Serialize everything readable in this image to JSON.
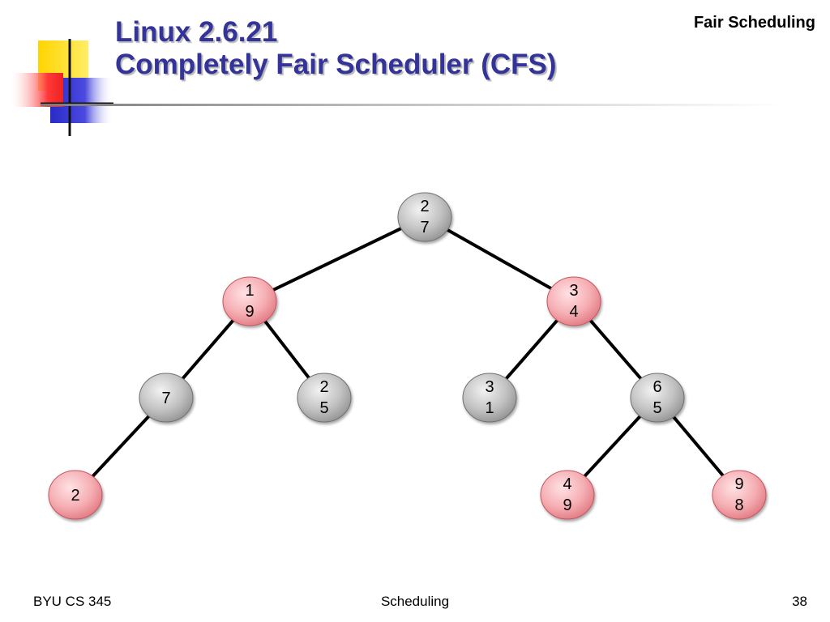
{
  "header": {
    "title_line1": "Linux 2.6.21",
    "title_line2": "Completely Fair Scheduler (CFS)",
    "section_label": "Fair Scheduling"
  },
  "colors": {
    "title": "#333399",
    "red_node": "#f2a2a8",
    "black_node": "#b4b4b4",
    "edge": "#000000"
  },
  "tree": {
    "nodes": [
      {
        "id": "root",
        "lines": [
          "2",
          "7"
        ],
        "color": "black"
      },
      {
        "id": "n19",
        "lines": [
          "1",
          "9"
        ],
        "color": "red"
      },
      {
        "id": "n34",
        "lines": [
          "3",
          "4"
        ],
        "color": "red"
      },
      {
        "id": "n7",
        "lines": [
          "7"
        ],
        "color": "black"
      },
      {
        "id": "n25",
        "lines": [
          "2",
          "5"
        ],
        "color": "black"
      },
      {
        "id": "n31",
        "lines": [
          "3",
          "1"
        ],
        "color": "black"
      },
      {
        "id": "n65",
        "lines": [
          "6",
          "5"
        ],
        "color": "black"
      },
      {
        "id": "n2",
        "lines": [
          "2"
        ],
        "color": "red"
      },
      {
        "id": "n49",
        "lines": [
          "4",
          "9"
        ],
        "color": "red"
      },
      {
        "id": "n98",
        "lines": [
          "9",
          "8"
        ],
        "color": "red"
      }
    ],
    "edges": [
      [
        "root",
        "n19"
      ],
      [
        "root",
        "n34"
      ],
      [
        "n19",
        "n7"
      ],
      [
        "n19",
        "n25"
      ],
      [
        "n34",
        "n31"
      ],
      [
        "n34",
        "n65"
      ],
      [
        "n7",
        "n2"
      ],
      [
        "n65",
        "n49"
      ],
      [
        "n65",
        "n98"
      ]
    ]
  },
  "footer": {
    "left": "BYU CS 345",
    "center": "Scheduling",
    "right": "38"
  }
}
